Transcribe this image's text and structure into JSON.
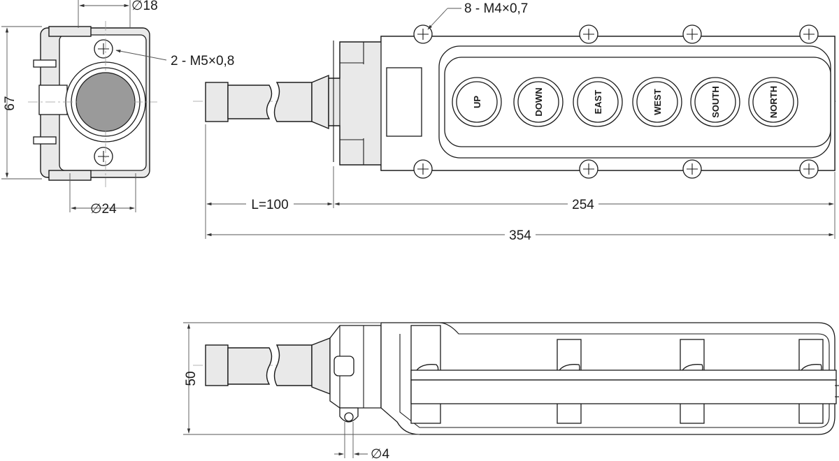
{
  "drawing": {
    "front_view": {
      "callout_screws": "8 - M4×0,7",
      "length_cable": "L=100",
      "length_body": "254",
      "length_total": "354",
      "buttons": [
        {
          "label": "UP"
        },
        {
          "label": "DOWN"
        },
        {
          "label": "EAST"
        },
        {
          "label": "WEST"
        },
        {
          "label": "SOUTH"
        },
        {
          "label": "NORTH"
        }
      ]
    },
    "end_view": {
      "dia_top": "∅18",
      "dia_bottom": "∅24",
      "height": "67",
      "callout_screws": "2 - M5×0,8"
    },
    "side_view": {
      "height": "50",
      "dia_hole": "∅4"
    },
    "colors": {
      "line": "#1a1a1a",
      "fill": "#e9e9e9",
      "cable_gray": "#cfcfcf",
      "button_gray": "#9a9a9a"
    }
  }
}
